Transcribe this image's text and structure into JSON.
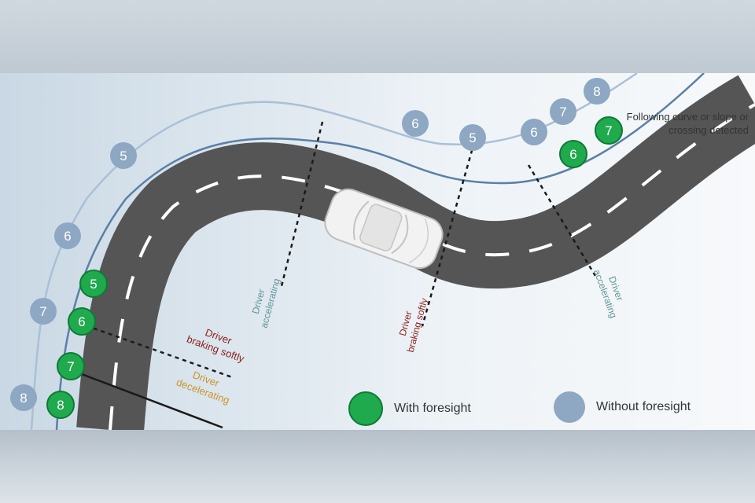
{
  "note": "Following curve or slope or crossing detected",
  "labels": {
    "accel_left": [
      "Driver",
      "accelerating"
    ],
    "brake_mid": [
      "Driver",
      "braking softly"
    ],
    "accel_right": [
      "Driver",
      "accelerating"
    ],
    "brake_left": [
      "Driver",
      "braking softly"
    ],
    "decel_left": [
      "Driver",
      "decelerating"
    ]
  },
  "markers_without": [
    "5",
    "6",
    "7",
    "8",
    "6",
    "5",
    "6",
    "7",
    "8"
  ],
  "markers_with": [
    "5",
    "6",
    "7",
    "8",
    "6",
    "7"
  ],
  "legend": {
    "with": "With foresight",
    "without": "Without foresight"
  },
  "colors": {
    "with": "#1faa4e",
    "with_border": "#0e7a34",
    "without": "#8ea7c2",
    "accel": "#5f9497",
    "brake": "#8b2020",
    "decel": "#c9962f"
  }
}
